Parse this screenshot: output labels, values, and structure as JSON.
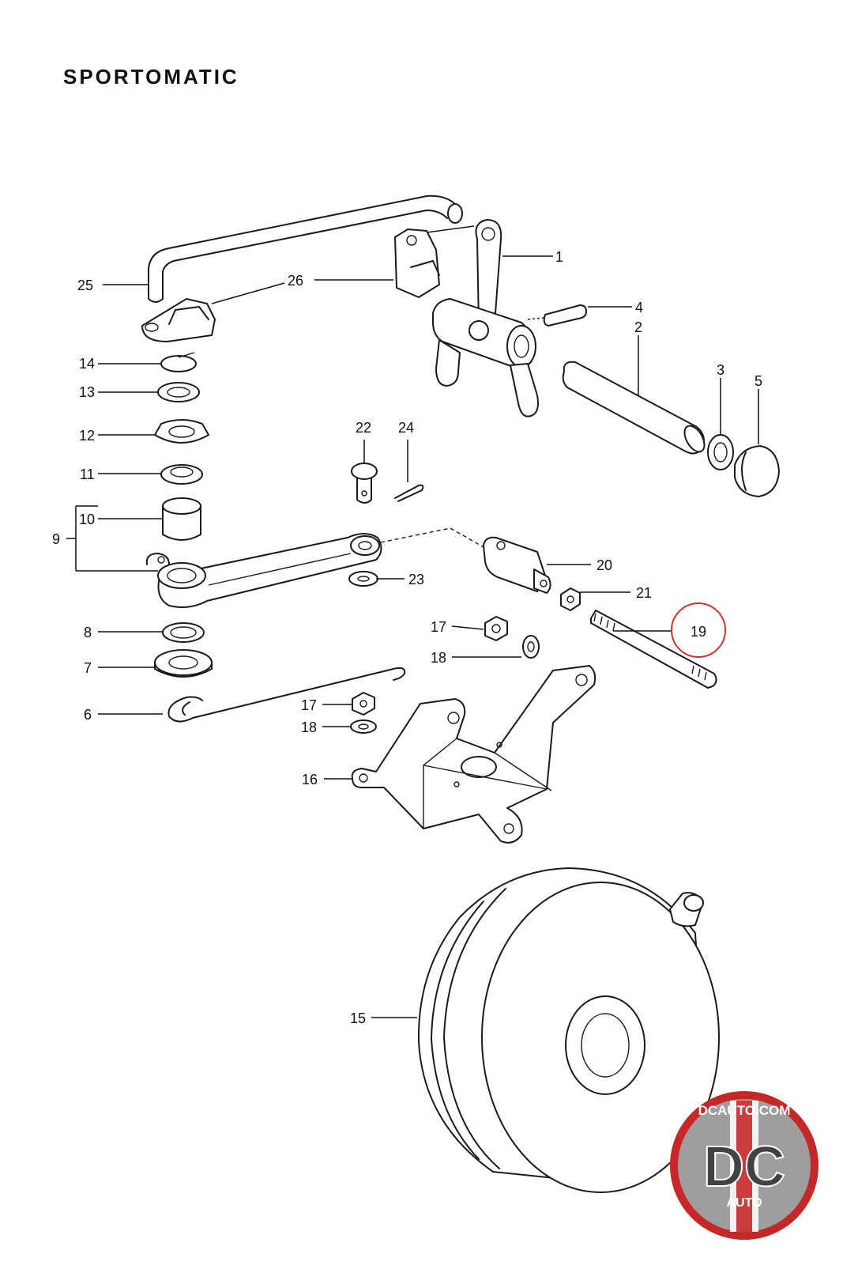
{
  "title": "SPORTOMATIC",
  "labels": {
    "p1": "1",
    "p2": "2",
    "p3": "3",
    "p4": "4",
    "p5": "5",
    "p6": "6",
    "p7": "7",
    "p8": "8",
    "p9": "9",
    "p10": "10",
    "p11": "11",
    "p12": "12",
    "p13": "13",
    "p14": "14",
    "p15": "15",
    "p16": "16",
    "p17a": "17",
    "p17b": "17",
    "p18a": "18",
    "p18b": "18",
    "p19": "19",
    "p20": "20",
    "p21": "21",
    "p22": "22",
    "p23": "23",
    "p24": "24",
    "p25": "25",
    "p26": "26"
  },
  "highlight": {
    "part": "19",
    "color": "#d9302c"
  },
  "logo": {
    "text_top": "DCAUTO.COM",
    "text_mid": "DC",
    "text_bottom": "AUTO",
    "ring_color": "#c62828"
  }
}
